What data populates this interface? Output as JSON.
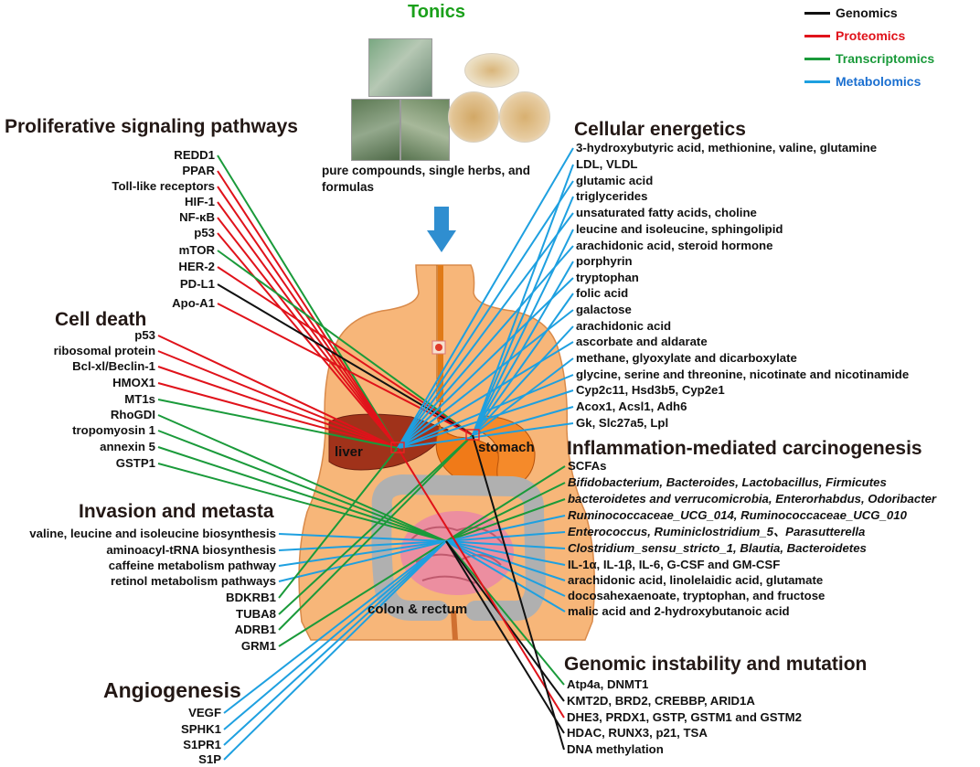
{
  "title": "Tonics",
  "legend": [
    {
      "label": "Genomics",
      "color": "#111111",
      "style": "background:#111111"
    },
    {
      "label": "Proteomics",
      "color": "#e0121a",
      "style": "background:#e0121a"
    },
    {
      "label": "Transcriptomics",
      "color": "#1a9a3a",
      "style": "background:#1a9a3a"
    },
    {
      "label": "Metabolomics",
      "color": "#1ea0e0",
      "style": "background:#1ea0e0"
    }
  ],
  "herbs_caption": [
    "pure compounds, single herbs, and",
    "formulas"
  ],
  "organs": {
    "liver": "liver",
    "stomach": "stomach",
    "colon": "colon & rectum"
  },
  "sections": {
    "proliferative": {
      "title": "Proliferative signaling pathways",
      "items": [
        "REDD1",
        "PPAR",
        "Toll-like receptors",
        "HIF-1",
        "NF-κB",
        "p53",
        "mTOR",
        "HER-2",
        "PD-L1",
        "Apo-A1"
      ]
    },
    "cell_death": {
      "title": "Cell death",
      "items": [
        "p53",
        "ribosomal protein",
        "Bcl-xl/Beclin-1",
        "HMOX1",
        "MT1s",
        "RhoGDI",
        "tropomyosin 1",
        "annexin 5",
        "GSTP1"
      ]
    },
    "invasion": {
      "title": "Invasion and metasta",
      "items": [
        "valine, leucine and isoleucine biosynthesis",
        "aminoacyl-tRNA biosynthesis",
        "caffeine metabolism pathway",
        "retinol metabolism pathways",
        "BDKRB1",
        "TUBA8",
        "ADRB1",
        "GRM1"
      ]
    },
    "angiogenesis": {
      "title": "Angiogenesis",
      "items": [
        "VEGF",
        "SPHK1",
        "S1PR1",
        "S1P"
      ]
    },
    "energetics": {
      "title": "Cellular energetics",
      "items": [
        "3-hydroxybutyric acid, methionine, valine, glutamine",
        "LDL, VLDL",
        "glutamic acid",
        "triglycerides",
        "unsaturated fatty acids, choline",
        "leucine and isoleucine, sphingolipid",
        "arachidonic acid, steroid hormone",
        "porphyrin",
        "tryptophan",
        "folic acid",
        "galactose",
        "arachidonic acid",
        "ascorbate and aldarate",
        "methane, glyoxylate and dicarboxylate",
        "glycine, serine and threonine, nicotinate and nicotinamide",
        "Cyp2c11, Hsd3b5, Cyp2e1",
        "Acox1, Acsl1, Adh6",
        "Gk, Slc27a5, Lpl"
      ]
    },
    "inflammation": {
      "title": "Inflammation-mediated carcinogenesis",
      "items": [
        "SCFAs",
        "Bifidobacterium, Bacteroides,  Lactobacillus, Firmicutes",
        "bacteroidetes and verrucomicrobia, Enterorhabdus, Odoribacter",
        "Ruminococcaceae_UCG_014, Ruminococcaceae_UCG_010",
        "Enterococcus, Ruminiclostridium_5、Parasutterella",
        "Clostridium_sensu_stricto_1, Blautia, Bacteroidetes",
        "IL-1α, IL-1β, IL-6, G-CSF and GM-CSF",
        "arachidonic acid, linolelaidic acid, glutamate",
        "docosahexaenoate, tryptophan, and fructose",
        "malic acid  and  2-hydroxybutanoic acid"
      ]
    },
    "genomic": {
      "title": "Genomic instability and mutation",
      "items": [
        "Atp4a, DNMT1",
        "KMT2D, BRD2, CREBBP, ARID1A",
        "DHE3, PRDX1, GSTP, GSTM1 and GSTM2",
        "HDAC, RUNX3, p21, TSA",
        "DNA methylation"
      ]
    }
  },
  "links": {
    "proliferative": [
      [
        "transcriptomics",
        "liver"
      ],
      [
        "proteomics",
        "liver"
      ],
      [
        "proteomics",
        "liver"
      ],
      [
        "proteomics",
        "liver"
      ],
      [
        "proteomics",
        "liver"
      ],
      [
        "proteomics",
        "liver"
      ],
      [
        "transcriptomics",
        "stomach"
      ],
      [
        "proteomics",
        "stomach"
      ],
      [
        "genomics",
        "stomach"
      ],
      [
        "proteomics",
        "stomach"
      ]
    ],
    "cell_death": [
      [
        "proteomics",
        "liver"
      ],
      [
        "proteomics",
        "liver"
      ],
      [
        "proteomics",
        "liver"
      ],
      [
        "proteomics",
        "liver"
      ],
      [
        "transcriptomics",
        "liver"
      ],
      [
        "transcriptomics",
        "colon"
      ],
      [
        "transcriptomics",
        "colon"
      ],
      [
        "transcriptomics",
        "colon"
      ],
      [
        "transcriptomics",
        "colon"
      ]
    ],
    "invasion": [
      [
        "metabolomics",
        "colon"
      ],
      [
        "metabolomics",
        "colon"
      ],
      [
        "metabolomics",
        "colon"
      ],
      [
        "metabolomics",
        "colon"
      ],
      [
        "transcriptomics",
        "liver"
      ],
      [
        "transcriptomics",
        "stomach"
      ],
      [
        "transcriptomics",
        "stomach"
      ],
      [
        "transcriptomics",
        "colon"
      ]
    ],
    "angiogenesis": [
      [
        "metabolomics",
        "colon"
      ],
      [
        "metabolomics",
        "colon"
      ],
      [
        "metabolomics",
        "colon"
      ],
      [
        "metabolomics",
        "colon"
      ]
    ],
    "energetics": [
      [
        "metabolomics",
        "liver"
      ],
      [
        "metabolomics",
        "stomach"
      ],
      [
        "metabolomics",
        "liver"
      ],
      [
        "metabolomics",
        "stomach"
      ],
      [
        "metabolomics",
        "liver"
      ],
      [
        "metabolomics",
        "stomach"
      ],
      [
        "metabolomics",
        "liver"
      ],
      [
        "metabolomics",
        "stomach"
      ],
      [
        "metabolomics",
        "liver"
      ],
      [
        "metabolomics",
        "stomach"
      ],
      [
        "metabolomics",
        "liver"
      ],
      [
        "metabolomics",
        "stomach"
      ],
      [
        "metabolomics",
        "liver"
      ],
      [
        "metabolomics",
        "stomach"
      ],
      [
        "metabolomics",
        "liver"
      ],
      [
        "metabolomics",
        "liver"
      ],
      [
        "metabolomics",
        "stomach"
      ],
      [
        "metabolomics",
        "liver"
      ]
    ],
    "inflammation": [
      [
        "transcriptomics",
        "colon"
      ],
      [
        "transcriptomics",
        "colon"
      ],
      [
        "transcriptomics",
        "colon"
      ],
      [
        "metabolomics",
        "colon"
      ],
      [
        "metabolomics",
        "colon"
      ],
      [
        "metabolomics",
        "colon"
      ],
      [
        "metabolomics",
        "colon"
      ],
      [
        "metabolomics",
        "colon"
      ],
      [
        "metabolomics",
        "colon"
      ],
      [
        "metabolomics",
        "colon"
      ]
    ],
    "genomic": [
      [
        "transcriptomics",
        "colon"
      ],
      [
        "genomics",
        "colon"
      ],
      [
        "proteomics",
        "liver"
      ],
      [
        "genomics",
        "colon"
      ],
      [
        "genomics",
        "stomach"
      ]
    ]
  }
}
